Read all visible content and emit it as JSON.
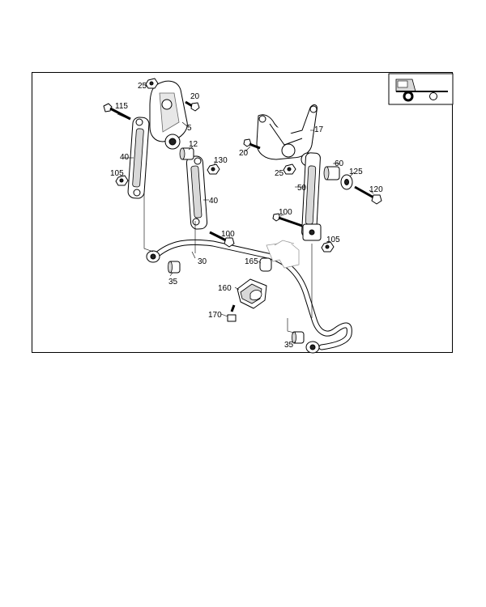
{
  "diagram": {
    "callouts": {
      "c25a": "25",
      "c20a": "20",
      "c115": "115",
      "c5": "5",
      "c12": "12",
      "c40a": "40",
      "c130": "130",
      "c105a": "105",
      "c40b": "40",
      "c20b": "20",
      "c17": "17",
      "c25b": "25",
      "c60": "60",
      "c125": "125",
      "c50": "50",
      "c120": "120",
      "c100a": "100",
      "c100b": "100",
      "c105b": "105",
      "c30": "30",
      "c165": "165",
      "c35a": "35",
      "c160": "160",
      "c170": "170",
      "c35b": "35"
    },
    "vehicle_icon": "truck-chassis-icon"
  }
}
